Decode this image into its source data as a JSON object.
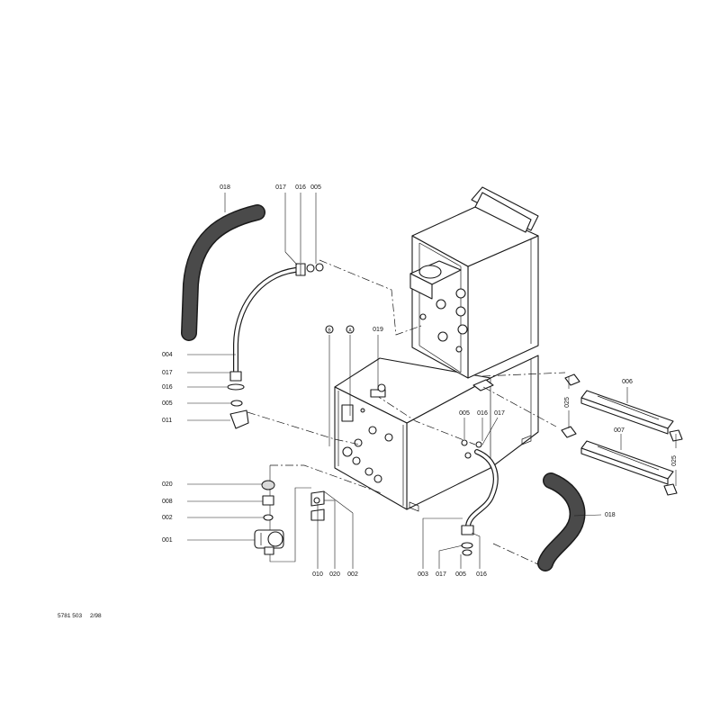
{
  "callouts": {
    "top_018": "018",
    "top_017": "017",
    "top_016": "016",
    "top_005": "005",
    "left_004": "004",
    "left_017": "017",
    "left_016": "016",
    "left_005": "005",
    "left_011": "011",
    "left_020": "020",
    "left_008": "008",
    "left_002": "002",
    "left_001": "001",
    "mid_010": "010",
    "mid_020": "020",
    "mid_002": "002",
    "mid_019": "019",
    "marker_b": "B",
    "marker_a": "A",
    "r_005": "005",
    "r_016": "016",
    "r_017": "017",
    "bot_003": "003",
    "bot_017": "017",
    "bot_005": "005",
    "bot_016": "016",
    "r_018": "018",
    "rail_006": "006",
    "rail_007": "007",
    "foot_025_a": "025",
    "foot_025_b": "025"
  },
  "footer": {
    "doc_number": "5781 503",
    "revision": "2/98"
  }
}
